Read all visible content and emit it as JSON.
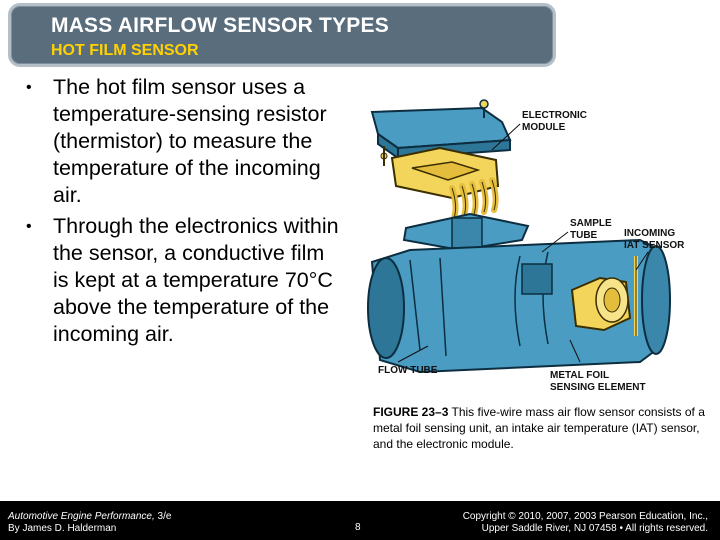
{
  "title": {
    "main": "MASS AIRFLOW SENSOR TYPES",
    "sub": "HOT FILM SENSOR"
  },
  "bullets": [
    "The hot film sensor uses a temperature-sensing resistor (thermistor) to measure the temperature of the incoming air.",
    "Through the electronics within the sensor, a conductive film is kept at a temperature 70°C above the temperature of the incoming air."
  ],
  "figure": {
    "labels": {
      "electronic_module_1": "ELECTRONIC",
      "electronic_module_2": "MODULE",
      "sample_tube_1": "SAMPLE",
      "sample_tube_2": "TUBE",
      "iat_1": "INCOMING",
      "iat_2": "IAT SENSOR",
      "flow_tube": "FLOW TUBE",
      "metal_foil_1": "METAL FOIL",
      "metal_foil_2": "SENSING ELEMENT"
    },
    "caption_number": "FIGURE 23–3",
    "caption_text": " This five-wire mass air flow sensor consists of a metal foil sensing unit, an intake air temperature (IAT) sensor, and the electronic module."
  },
  "footer": {
    "book_title": "Automotive Engine Performance,",
    "edition": " 3/e",
    "author": "By James D. Halderman",
    "page": "8",
    "copyright_1": "Copyright © 2010, 2007, 2003 Pearson Education, Inc.,",
    "copyright_2": "Upper Saddle River, NJ 07458 • All rights reserved."
  },
  "colors": {
    "title_bar": "#5a6d7c",
    "subtitle": "#ffd200",
    "sensor_blue": "#3e8fb4",
    "sensor_yellow": "#f2d55a"
  }
}
